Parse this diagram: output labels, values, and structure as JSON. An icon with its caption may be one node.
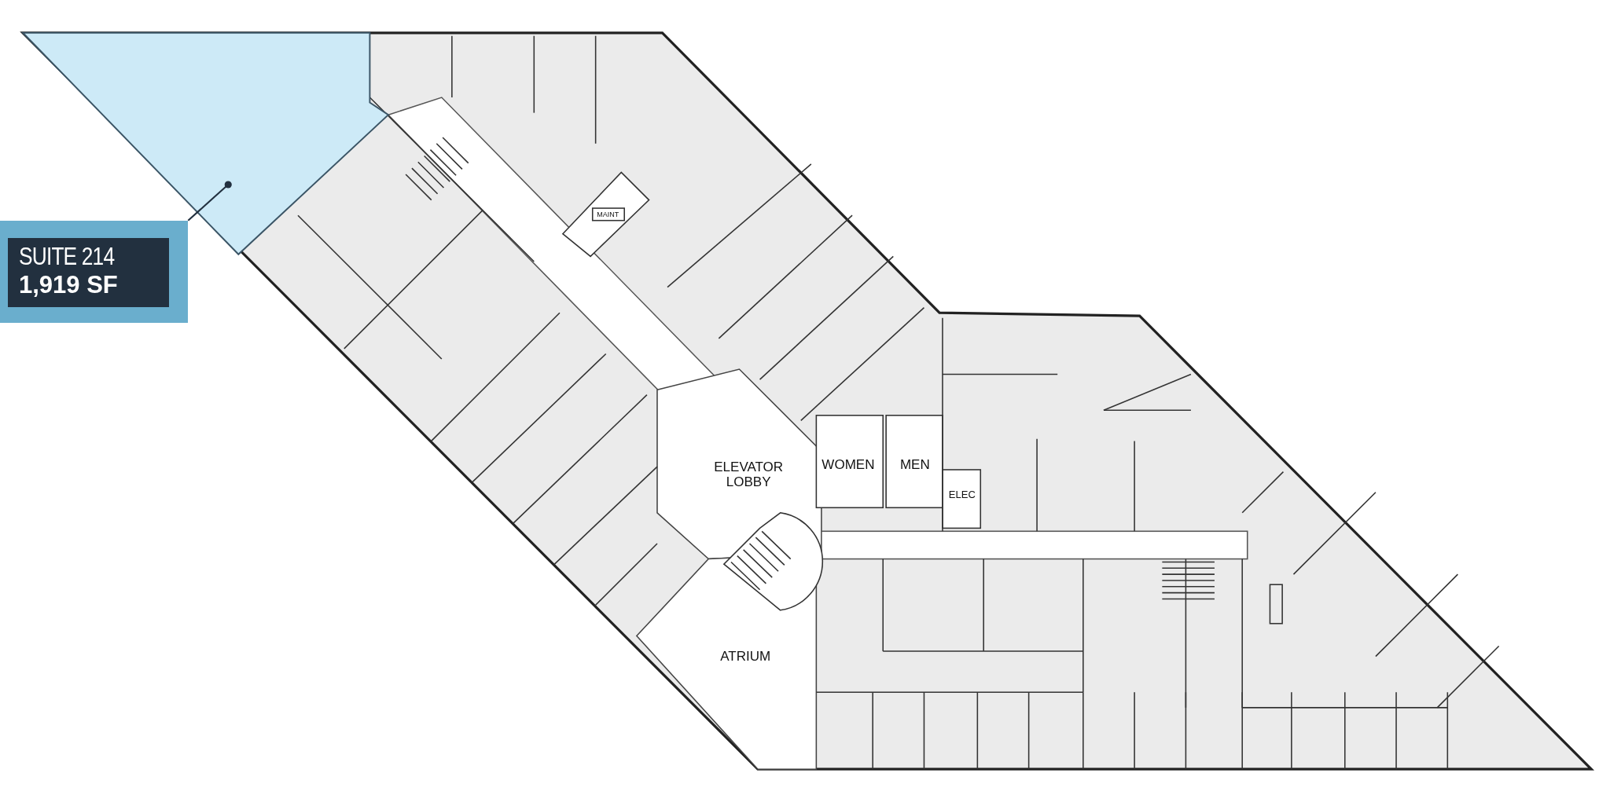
{
  "diagram": {
    "nodes": [
      {
        "text": [
          "SUITE 214",
          "1,919 SF"
        ]
      },
      {
        "text": [],
        "shape": "box"
      }
    ],
    "edges": [
      {
        "from": 0,
        "to": 1,
        "arrow": "other"
      }
    ],
    "labels": [
      "MAINT",
      "ELEVATOR LOBBY",
      "WOMEN",
      "MEN",
      "ELEC",
      "ATRIUM"
    ]
  }
}
